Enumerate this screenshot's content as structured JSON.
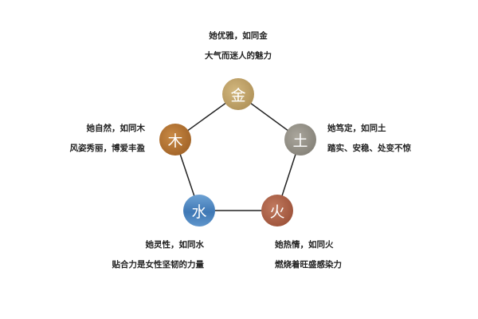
{
  "elements": [
    {
      "key": "metal",
      "glyph": "金",
      "line1": "她优雅，如同金",
      "line2": "大气而迷人的魅力",
      "color": "#b99a5f"
    },
    {
      "key": "wood",
      "glyph": "木",
      "line1": "她自然，如同木",
      "line2": "风姿秀丽，博爱丰盈",
      "color": "#a86a30"
    },
    {
      "key": "earth",
      "glyph": "土",
      "line1": "她笃定，如同土",
      "line2": "踏实、安稳、处变不惊",
      "color": "#8d8a82"
    },
    {
      "key": "water",
      "glyph": "水",
      "line1": "她灵性，如同水",
      "line2": "贴合力是女性坚韧的力量",
      "color": "#4f86bf"
    },
    {
      "key": "fire",
      "glyph": "火",
      "line1": "她热情，如同火",
      "line2": "燃烧着旺盛感染力",
      "color": "#a75a43"
    }
  ]
}
